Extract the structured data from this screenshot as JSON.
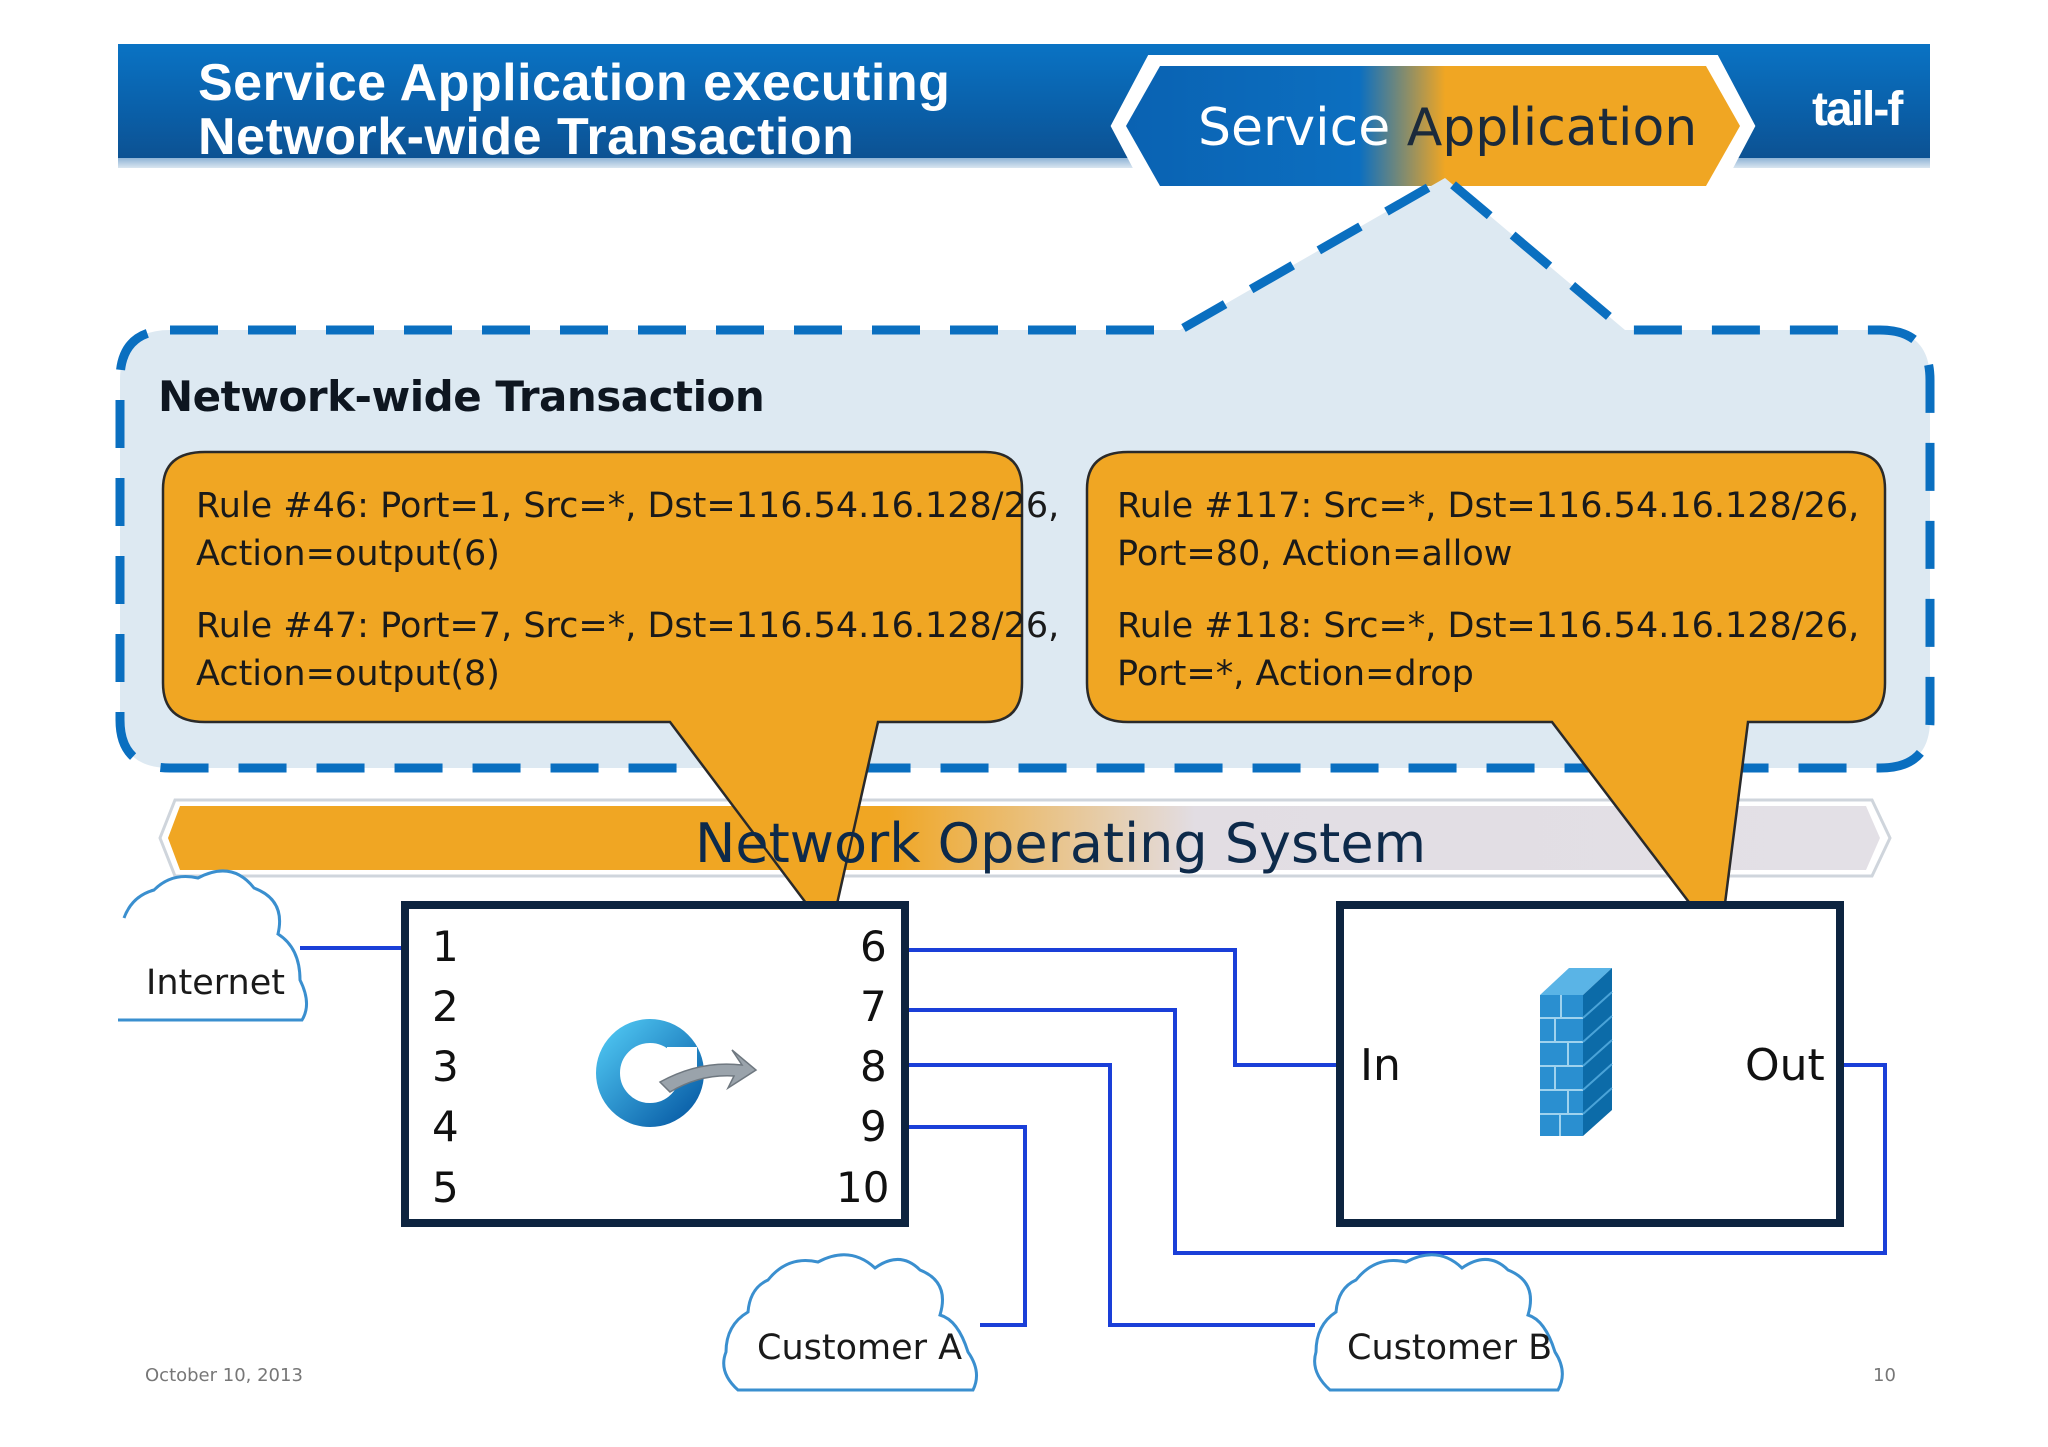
{
  "header": {
    "title_line1": "Service Application executing",
    "title_line2": "Network-wide Transaction",
    "logo_text": "tail-f"
  },
  "service_application": {
    "label_part1": "Service ",
    "label_part2": "Application"
  },
  "transaction": {
    "title": "Network-wide Transaction",
    "switch_rules": [
      {
        "line1": "Rule #46: Port=1, Src=*, Dst=116.54.16.128/26,",
        "line2": "Action=output(6)"
      },
      {
        "line1": "Rule #47: Port=7, Src=*, Dst=116.54.16.128/26,",
        "line2": "Action=output(8)"
      }
    ],
    "firewall_rules": [
      {
        "line1": "Rule #117: Src=*, Dst=116.54.16.128/26,",
        "line2": "Port=80, Action=allow"
      },
      {
        "line1": "Rule #118: Src=*, Dst=116.54.16.128/26,",
        "line2": "Port=*, Action=drop"
      }
    ]
  },
  "nos": {
    "label_part1": "Network Ope",
    "label_part2": "rating System"
  },
  "switch": {
    "left_ports": [
      "1",
      "2",
      "3",
      "4",
      "5"
    ],
    "right_ports": [
      "6",
      "7",
      "8",
      "9",
      "10"
    ]
  },
  "firewall": {
    "in_label": "In",
    "out_label": "Out"
  },
  "clouds": {
    "internet": "Internet",
    "customer_a": "Customer A",
    "customer_b": "Customer B"
  },
  "footer": {
    "date": "October 10, 2013",
    "page_number": "10"
  },
  "colors": {
    "header_blue": "#0a64b0",
    "orange": "#f0a623",
    "light_blue_fill": "#dce9f2",
    "dashed_blue": "#0a6fc0",
    "link_blue": "#1a3fd8",
    "box_border": "#0d2440",
    "cloud_stroke": "#3a8fcf"
  }
}
